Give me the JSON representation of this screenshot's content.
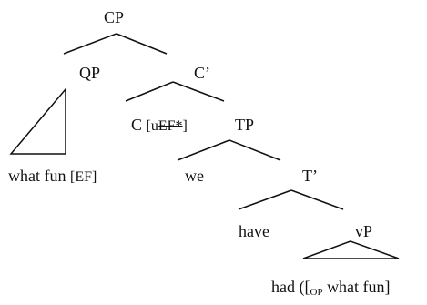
{
  "tree": {
    "nodes": {
      "cp": "CP",
      "qp": "QP",
      "c_bar": "C’",
      "c_head": "C",
      "c_feat_open": "[u",
      "c_feat_struck": "EF*",
      "c_feat_close": "]",
      "spec_qp_text": "what fun",
      "spec_qp_feat": "[EF]",
      "tp": "TP",
      "subject": "we",
      "t_bar": "T’",
      "t_head": "have",
      "vp": "vP",
      "vp_head": "had",
      "vp_bracket_open": "([",
      "vp_op": "OP",
      "vp_content": "what fun]"
    }
  }
}
